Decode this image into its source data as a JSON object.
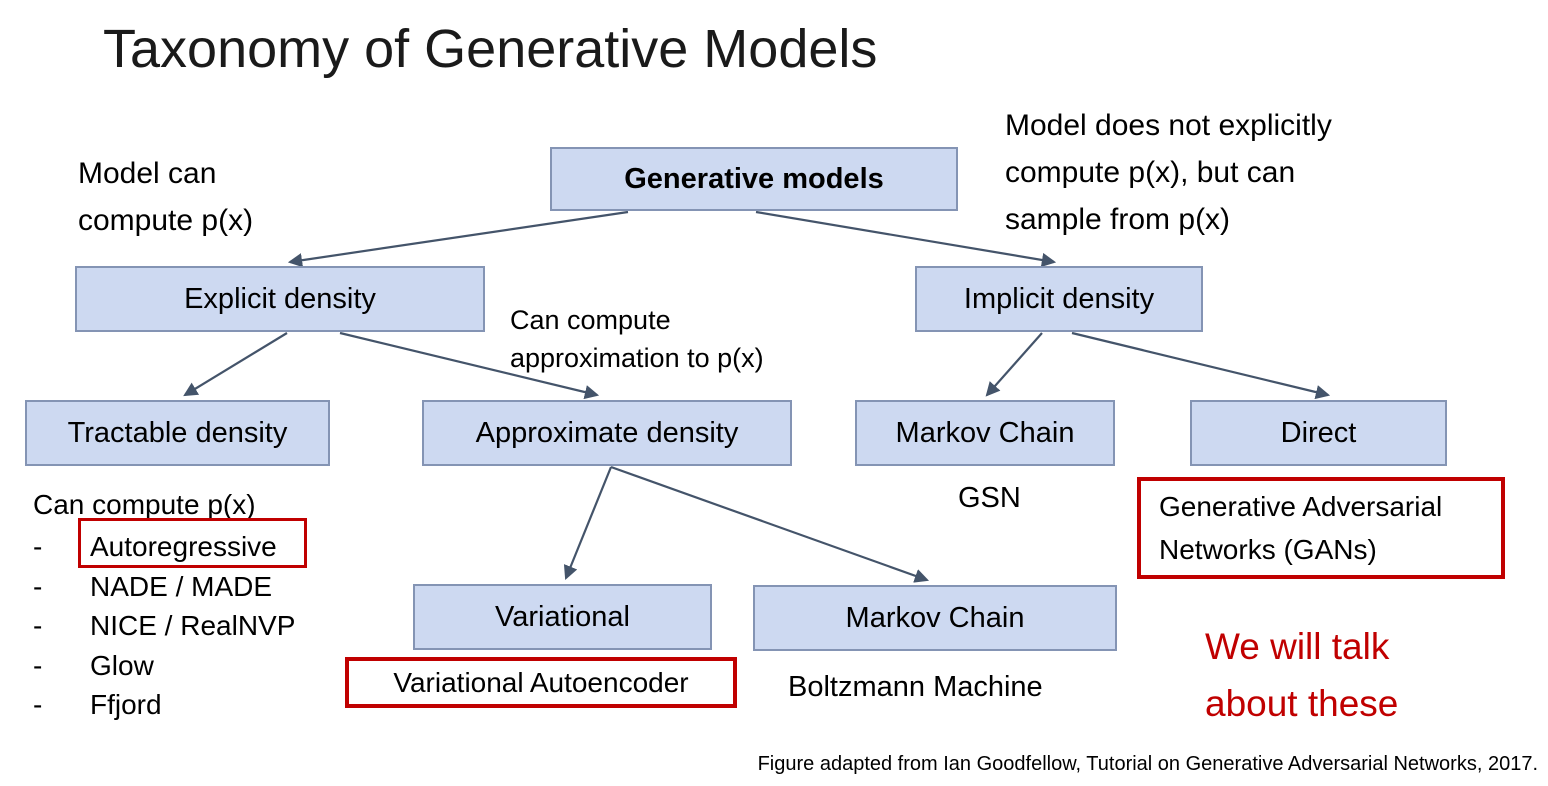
{
  "slide": {
    "title": "Taxonomy of Generative Models",
    "footer": "Figure adapted from Ian Goodfellow, Tutorial on Generative Adversarial Networks, 2017."
  },
  "colors": {
    "box_fill": "#cdd9f1",
    "box_border": "#8494b4",
    "arrow": "#44546a",
    "red": "#c00000",
    "text": "#111111"
  },
  "nodes": {
    "generative_models": "Generative models",
    "explicit_density": "Explicit density",
    "implicit_density": "Implicit density",
    "tractable_density": "Tractable density",
    "approximate_density": "Approximate density",
    "markov_chain_top": "Markov Chain",
    "direct": "Direct",
    "variational": "Variational",
    "markov_chain_bottom": "Markov Chain"
  },
  "annotations": {
    "left": "Model can\ncompute p(x)",
    "right": "Model does not explicitly\ncompute p(x), but can\nsample from p(x)",
    "mid": "Can compute\napproximation to p(x)",
    "gsn": "GSN",
    "boltzmann": "Boltzmann Machine",
    "we_will_talk": "We will talk\nabout these"
  },
  "red_boxes": {
    "gans": "Generative Adversarial\nNetworks (GANs)",
    "vae": "Variational Autoencoder"
  },
  "tractable_list": {
    "header": "Can compute p(x)",
    "bullet": "-",
    "items": [
      "Autoregressive",
      "NADE / MADE",
      "NICE / RealNVP",
      "Glow",
      "Ffjord"
    ],
    "highlighted_item": "Autoregressive"
  }
}
